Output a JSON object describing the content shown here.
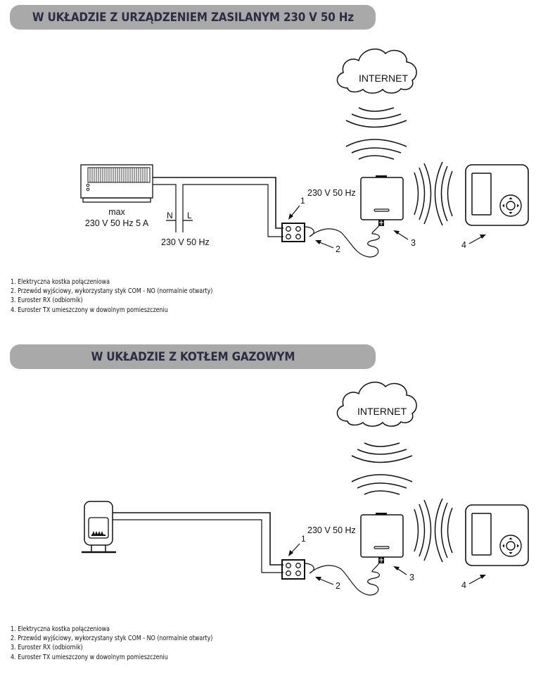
{
  "sections": [
    {
      "title": "W UKŁADZIE Z URZĄDZENIEM ZASILANYM 230 V 50 Hz",
      "device_type": "electric-heater",
      "labels": {
        "internet": "INTERNET",
        "device_rating_line1": "max",
        "device_rating_line2": "230 V 50 Hz 5 A",
        "neutral": "N",
        "live": "L",
        "mains": "230 V 50 Hz",
        "receiver_power": "230 V 50 Hz",
        "callout_1": "1",
        "callout_2": "2",
        "callout_3": "3",
        "callout_4": "4"
      },
      "legend": [
        "1. Elektryczna kostka połączeniowa",
        "2. Przewód wyjściowy, wykorzystany styk COM - NO (normalnie otwarty)",
        "3. Euroster RX (odbiornik)",
        "4. Euroster TX umieszczony w dowolnym pomieszczeniu"
      ]
    },
    {
      "title": "W UKŁADZIE Z KOTŁEM GAZOWYM",
      "device_type": "gas-boiler",
      "labels": {
        "internet": "INTERNET",
        "receiver_power": "230 V 50 Hz",
        "callout_1": "1",
        "callout_2": "2",
        "callout_3": "3",
        "callout_4": "4"
      },
      "legend": [
        "1. Elektryczna kostka połączeniowa",
        "2. Przewód wyjściowy, wykorzystany styk COM - NO (normalnie otwarty)",
        "3. Euroster RX (odbiornik)",
        "4. Euroster TX umieszczony w dowolnym pomieszczeniu"
      ]
    }
  ],
  "colors": {
    "banner_bg": "#a9a9a9",
    "banner_text": "#2a2d44",
    "line": "#111111"
  }
}
